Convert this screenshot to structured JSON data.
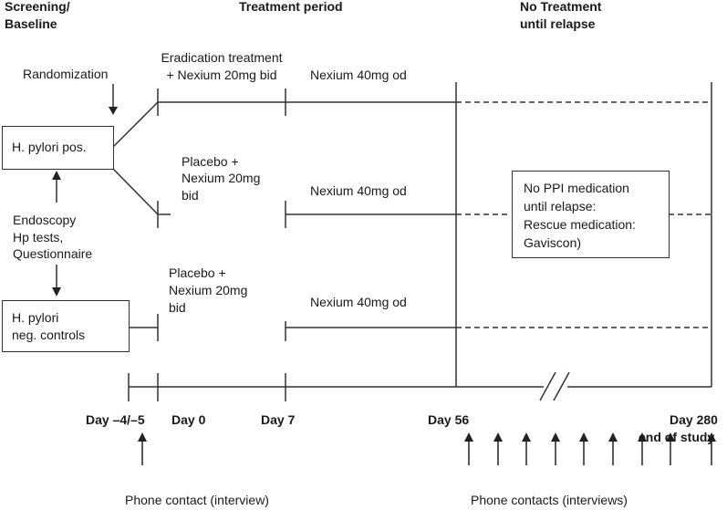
{
  "headers": {
    "screening": [
      "Screening/",
      "Baseline"
    ],
    "treatment": "Treatment period",
    "no_treatment": [
      "No Treatment",
      "until relapse"
    ]
  },
  "randomization": "Randomization",
  "hp_pos_box": "H. pylori pos.",
  "hp_neg_box": [
    "H. pylori",
    "neg. controls"
  ],
  "endoscopy": [
    "Endoscopy",
    "Hp tests,",
    "Questionnaire"
  ],
  "arm1": {
    "phase1": [
      "Eradication treatment",
      "+ Nexium 20mg bid"
    ],
    "phase2": "Nexium 40mg od"
  },
  "arm2": {
    "phase1": [
      "Placebo +",
      "Nexium 20mg",
      "bid"
    ],
    "phase2": "Nexium 40mg od"
  },
  "arm3": {
    "phase1": [
      "Placebo +",
      "Nexium 20mg",
      "bid"
    ],
    "phase2": "Nexium 40mg od"
  },
  "no_ppi_box": [
    "No PPI medication",
    "until relapse:",
    "Rescue medication:",
    "Gaviscon)"
  ],
  "timeline": {
    "day_minus": "Day –4/–5",
    "day0": "Day 0",
    "day7": "Day 7",
    "day56": "Day 56",
    "day280": [
      "Day 280",
      "end of study"
    ]
  },
  "phone_contact": "Phone contact (interview)",
  "phone_contacts": "Phone contacts (interviews)",
  "colors": {
    "line": "#333333"
  }
}
